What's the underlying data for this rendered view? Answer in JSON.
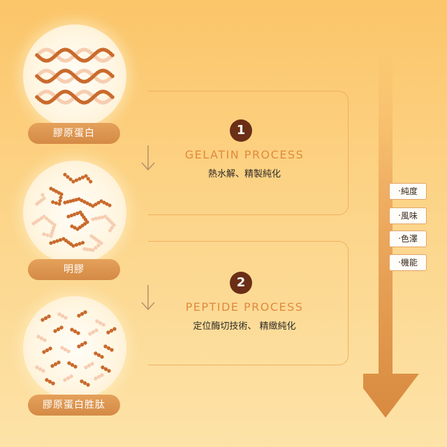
{
  "stages": [
    {
      "label": "膠原蛋白"
    },
    {
      "label": "明膠"
    },
    {
      "label": "膠原蛋白胜肽"
    }
  ],
  "processes": [
    {
      "number": "1",
      "title": "GELATIN PROCESS",
      "description": "熱水解、精製純化"
    },
    {
      "number": "2",
      "title": "PEPTIDE PROCESS",
      "description": "定位酶切技術、 精緻純化"
    }
  ],
  "benefits": [
    "‧純度",
    "‧風味",
    "‧色澤",
    "‧機能"
  ],
  "colors": {
    "dark_bead": "#c96a2c",
    "light_bead": "#f6cdb1",
    "number_badge": "#6b2e16",
    "accent": "#e08a3c"
  }
}
